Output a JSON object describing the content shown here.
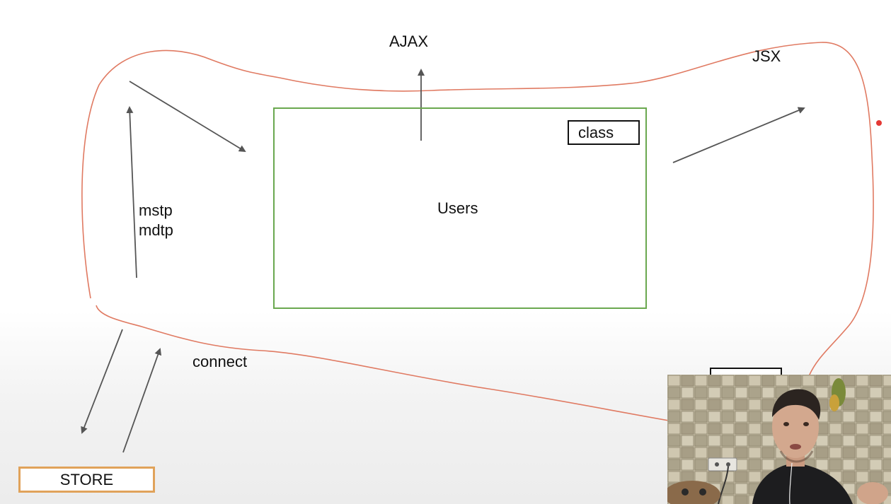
{
  "diagram": {
    "ajax_label": "AJAX",
    "jsx_label": "JSX",
    "class_label": "class",
    "users_label": "Users",
    "mstp_label": "mstp",
    "mdtp_label": "mdtp",
    "connect_label": "connect",
    "store_label": "STORE"
  },
  "colors": {
    "outline_stroke": "#e07a62",
    "arrow_stroke": "#555555",
    "users_box_border": "#6aa84f",
    "store_box_border": "#e0a25a",
    "marker_dot": "#e53935"
  },
  "webcam": {
    "icon": "presenter-video-icon"
  }
}
